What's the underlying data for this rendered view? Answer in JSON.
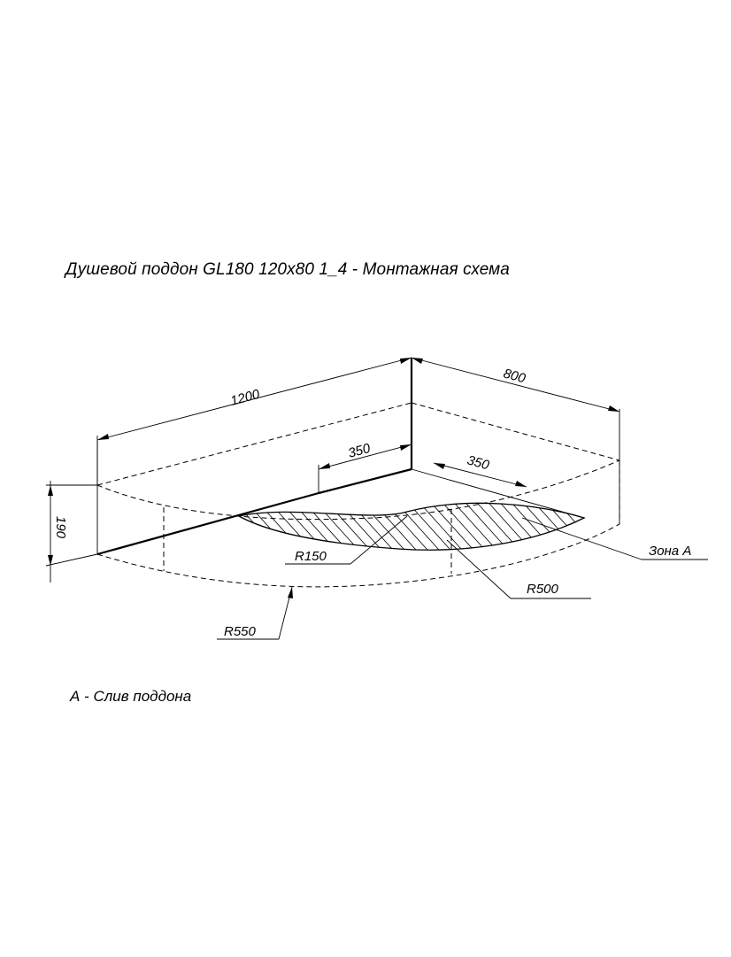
{
  "title": "Душевой поддон GL180 120x80 1_4 - Монтажная схема",
  "legend": "А - Слив поддона",
  "dimensions": {
    "length": "1200",
    "width": "800",
    "offset_left": "350",
    "offset_right": "350",
    "height": "190"
  },
  "callouts": {
    "zone": "Зона А",
    "r150": "R150",
    "r500": "R500",
    "r550": "R550"
  }
}
